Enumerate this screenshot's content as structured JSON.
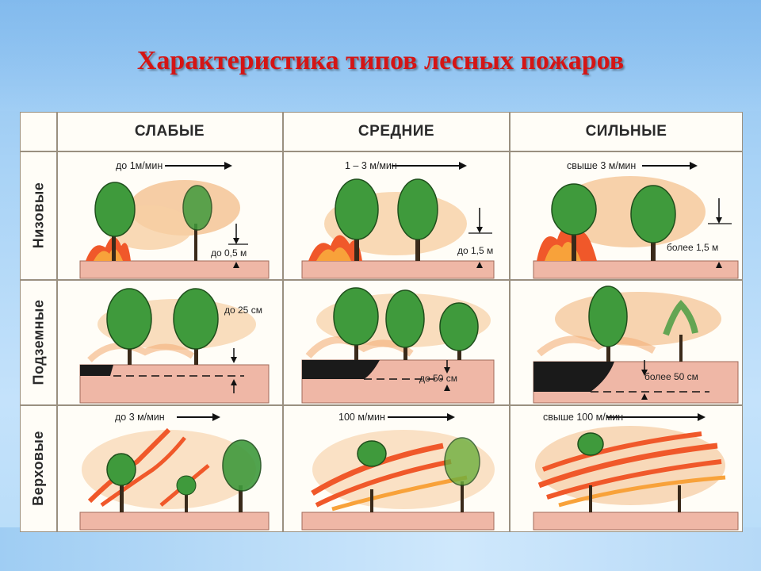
{
  "title": "Характеристика типов лесных пожаров",
  "columns": [
    "СЛАБЫЕ",
    "СРЕДНИЕ",
    "СИЛЬНЫЕ"
  ],
  "rows": [
    "Низовые",
    "Подземные",
    "Верховые"
  ],
  "cells": {
    "r0c0": {
      "speed": "до 1м/мин",
      "height": "до 0,5 м"
    },
    "r0c1": {
      "speed": "1 – 3 м/мин",
      "height": "до 1,5 м"
    },
    "r0c2": {
      "speed": "свыше 3 м/мин",
      "height": "более 1,5 м"
    },
    "r1c0": {
      "depth": "до 25 см"
    },
    "r1c1": {
      "depth": "до 50 см"
    },
    "r1c2": {
      "depth": "более 50 см"
    },
    "r2c0": {
      "speed": "до 3 м/мин"
    },
    "r2c1": {
      "speed": "100 м/мин"
    },
    "r2c2": {
      "speed": "свыше 100 м/мин"
    }
  },
  "colors": {
    "title": "#d41515",
    "ground": "#efb7a6",
    "smoke": "#f4c190",
    "flame": "#f0582a",
    "leaf": "#3f9a3c",
    "burnt": "#1a1a1a"
  }
}
